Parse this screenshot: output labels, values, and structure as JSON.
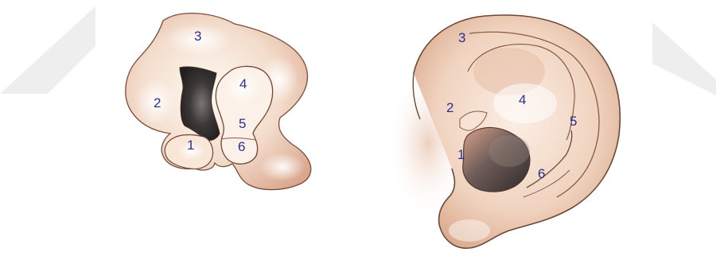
{
  "figure": {
    "label_color": "#2d2f8c",
    "skin_colors": {
      "highlight": "#fffaf3",
      "mid": "#ecc8b2",
      "shade": "#c98f72",
      "outline": "#6e4737",
      "cavity": "#353030"
    },
    "watermark_color": "#ececec",
    "left_structure": {
      "labels": {
        "l1": "1",
        "l2": "2",
        "l3": "3",
        "l4": "4",
        "l5": "5",
        "l6": "6"
      }
    },
    "right_ear": {
      "labels": {
        "r1": "1",
        "r2": "2",
        "r3": "3",
        "r4": "4",
        "r5": "5",
        "r6": "6"
      }
    }
  }
}
